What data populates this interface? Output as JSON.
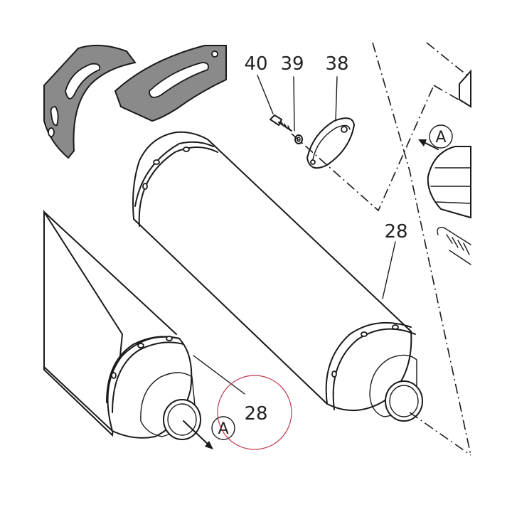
{
  "diagram": {
    "labels": {
      "bolt": "40",
      "washer": "39",
      "end_cap": "38",
      "silencer_right": "28",
      "silencer_left": "28"
    },
    "arrow_marker_right": "A",
    "arrow_marker_left": "A",
    "highlight_color": "#c0394b",
    "line_color": "#1a1a1a",
    "bracket_color": "#8a8a8a"
  }
}
